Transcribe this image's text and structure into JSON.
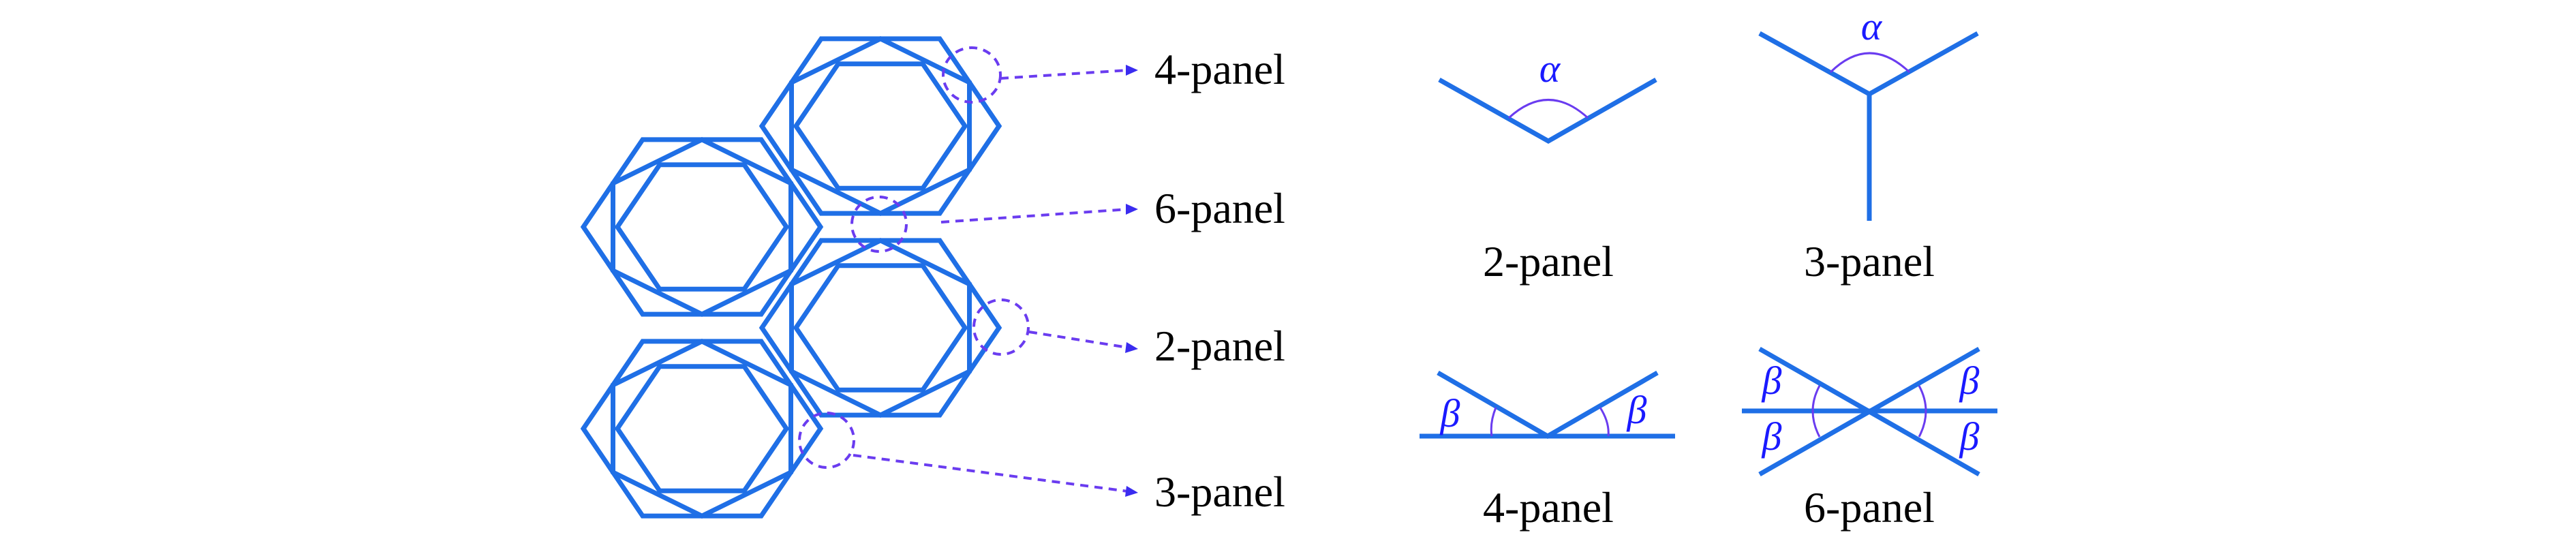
{
  "colors": {
    "line": "#1f6fe6",
    "annotation": "#6a3cf0",
    "greek": "#1a1aff"
  },
  "callouts": [
    {
      "label": "4-panel"
    },
    {
      "label": "6-panel"
    },
    {
      "label": "2-panel"
    },
    {
      "label": "3-panel"
    }
  ],
  "joints": {
    "two_panel": {
      "label": "2-panel",
      "angle_symbol": "α"
    },
    "three_panel": {
      "label": "3-panel",
      "angle_symbol": "α"
    },
    "four_panel": {
      "label": "4-panel",
      "angle_symbol": "β"
    },
    "six_panel": {
      "label": "6-panel",
      "angle_symbol": "β"
    }
  }
}
